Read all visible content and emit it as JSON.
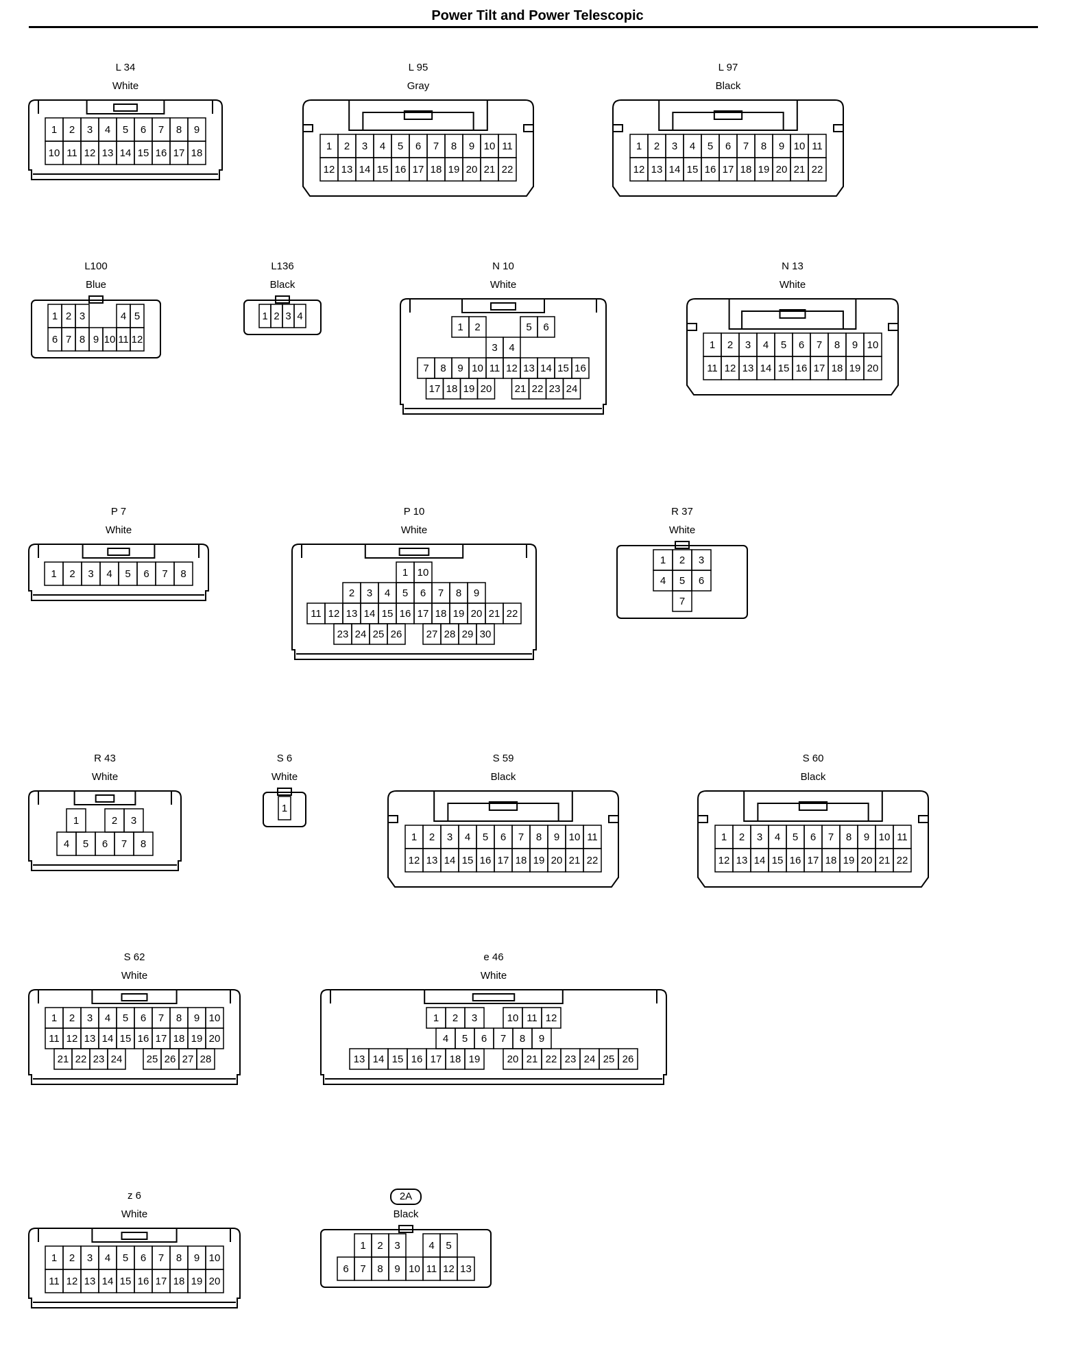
{
  "title": "Power Tilt and Power Telescopic",
  "colors": {
    "ink": "#000000",
    "paper": "#ffffff"
  },
  "connectors": [
    {
      "code": "L 34",
      "color": "White",
      "rows": [
        [
          1,
          2,
          3,
          4,
          5,
          6,
          7,
          8,
          9
        ],
        [
          10,
          11,
          12,
          13,
          14,
          15,
          16,
          17,
          18
        ]
      ]
    },
    {
      "code": "L 95",
      "color": "Gray",
      "rows": [
        [
          1,
          2,
          3,
          4,
          5,
          6,
          7,
          8,
          9,
          10,
          11
        ],
        [
          12,
          13,
          14,
          15,
          16,
          17,
          18,
          19,
          20,
          21,
          22
        ]
      ]
    },
    {
      "code": "L 97",
      "color": "Black",
      "rows": [
        [
          1,
          2,
          3,
          4,
          5,
          6,
          7,
          8,
          9,
          10,
          11
        ],
        [
          12,
          13,
          14,
          15,
          16,
          17,
          18,
          19,
          20,
          21,
          22
        ]
      ]
    },
    {
      "code": "L100",
      "color": "Blue",
      "rows": [
        [
          1,
          2,
          3,
          null,
          null,
          4,
          5
        ],
        [
          6,
          7,
          8,
          9,
          10,
          11,
          12
        ]
      ]
    },
    {
      "code": "L136",
      "color": "Black",
      "rows": [
        [
          1,
          2,
          3,
          4
        ]
      ]
    },
    {
      "code": "N 10",
      "color": "White",
      "rows": [
        [
          1,
          2,
          null,
          null,
          5,
          6
        ],
        [
          3,
          4
        ],
        [
          7,
          8,
          9,
          10,
          11,
          12,
          13,
          14,
          15,
          16
        ],
        [
          17,
          18,
          19,
          20,
          null,
          21,
          22,
          23,
          24
        ]
      ]
    },
    {
      "code": "N 13",
      "color": "White",
      "rows": [
        [
          1,
          2,
          3,
          4,
          5,
          6,
          7,
          8,
          9,
          10
        ],
        [
          11,
          12,
          13,
          14,
          15,
          16,
          17,
          18,
          19,
          20
        ]
      ]
    },
    {
      "code": "P 7",
      "color": "White",
      "rows": [
        [
          1,
          2,
          3,
          4,
          5,
          6,
          7,
          8
        ]
      ]
    },
    {
      "code": "P 10",
      "color": "White",
      "rows": [
        [
          1,
          10
        ],
        [
          2,
          3,
          4,
          5,
          6,
          7,
          8,
          9
        ],
        [
          11,
          12,
          13,
          14,
          15,
          16,
          17,
          18,
          19,
          20,
          21,
          22
        ],
        [
          23,
          24,
          25,
          26,
          null,
          27,
          28,
          29,
          30
        ]
      ]
    },
    {
      "code": "R 37",
      "color": "White",
      "rows": [
        [
          1,
          2,
          3
        ],
        [
          4,
          5,
          6
        ],
        [
          7
        ]
      ]
    },
    {
      "code": "R 43",
      "color": "White",
      "rows": [
        [
          1,
          null,
          2,
          3
        ],
        [
          4,
          5,
          6,
          7,
          8
        ]
      ]
    },
    {
      "code": "S 6",
      "color": "White",
      "rows": [
        [
          1
        ]
      ]
    },
    {
      "code": "S 59",
      "color": "Black",
      "rows": [
        [
          1,
          2,
          3,
          4,
          5,
          6,
          7,
          8,
          9,
          10,
          11
        ],
        [
          12,
          13,
          14,
          15,
          16,
          17,
          18,
          19,
          20,
          21,
          22
        ]
      ]
    },
    {
      "code": "S 60",
      "color": "Black",
      "rows": [
        [
          1,
          2,
          3,
          4,
          5,
          6,
          7,
          8,
          9,
          10,
          11
        ],
        [
          12,
          13,
          14,
          15,
          16,
          17,
          18,
          19,
          20,
          21,
          22
        ]
      ]
    },
    {
      "code": "S 62",
      "color": "White",
      "rows": [
        [
          1,
          2,
          3,
          4,
          5,
          6,
          7,
          8,
          9,
          10
        ],
        [
          11,
          12,
          13,
          14,
          15,
          16,
          17,
          18,
          19,
          20
        ],
        [
          21,
          22,
          23,
          24,
          null,
          25,
          26,
          27,
          28
        ]
      ]
    },
    {
      "code": "e 46",
      "color": "White",
      "rows": [
        [
          1,
          2,
          3,
          null,
          10,
          11,
          12
        ],
        [
          4,
          5,
          6,
          7,
          8,
          9
        ],
        [
          13,
          14,
          15,
          16,
          17,
          18,
          19,
          null,
          20,
          21,
          22,
          23,
          24,
          25,
          26
        ]
      ]
    },
    {
      "code": "z 6",
      "color": "White",
      "rows": [
        [
          1,
          2,
          3,
          4,
          5,
          6,
          7,
          8,
          9,
          10
        ],
        [
          11,
          12,
          13,
          14,
          15,
          16,
          17,
          18,
          19,
          20
        ]
      ]
    },
    {
      "code": "2A",
      "color": "Black",
      "rows": [
        [
          1,
          2,
          3,
          null,
          4,
          5
        ],
        [
          6,
          7,
          8,
          9,
          10,
          11,
          12,
          13
        ]
      ]
    }
  ]
}
